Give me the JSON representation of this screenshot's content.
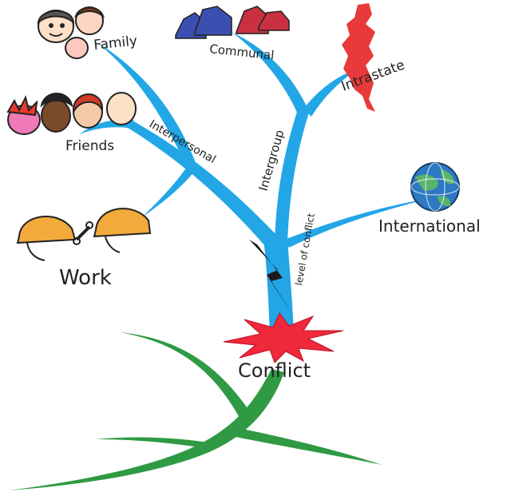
{
  "labels": {
    "family": "Family",
    "communal": "Communal",
    "intrastate": "Intrastate",
    "friends": "Friends",
    "interpersonal": "Interpersonal",
    "intergroup": "Intergroup",
    "level": "level of conflict",
    "international": "International",
    "work": "Work",
    "conflict": "Conflict"
  },
  "colors": {
    "branch": "#22a6e6",
    "root": "#2f9a43",
    "blast": "#f0283c",
    "bolt": "#1a1a1a",
    "state": "#e83a3a",
    "house_blue": "#3b4fb0",
    "house_red": "#c93040",
    "helmet": "#f2aa3c",
    "globe": "#2d79c2"
  }
}
